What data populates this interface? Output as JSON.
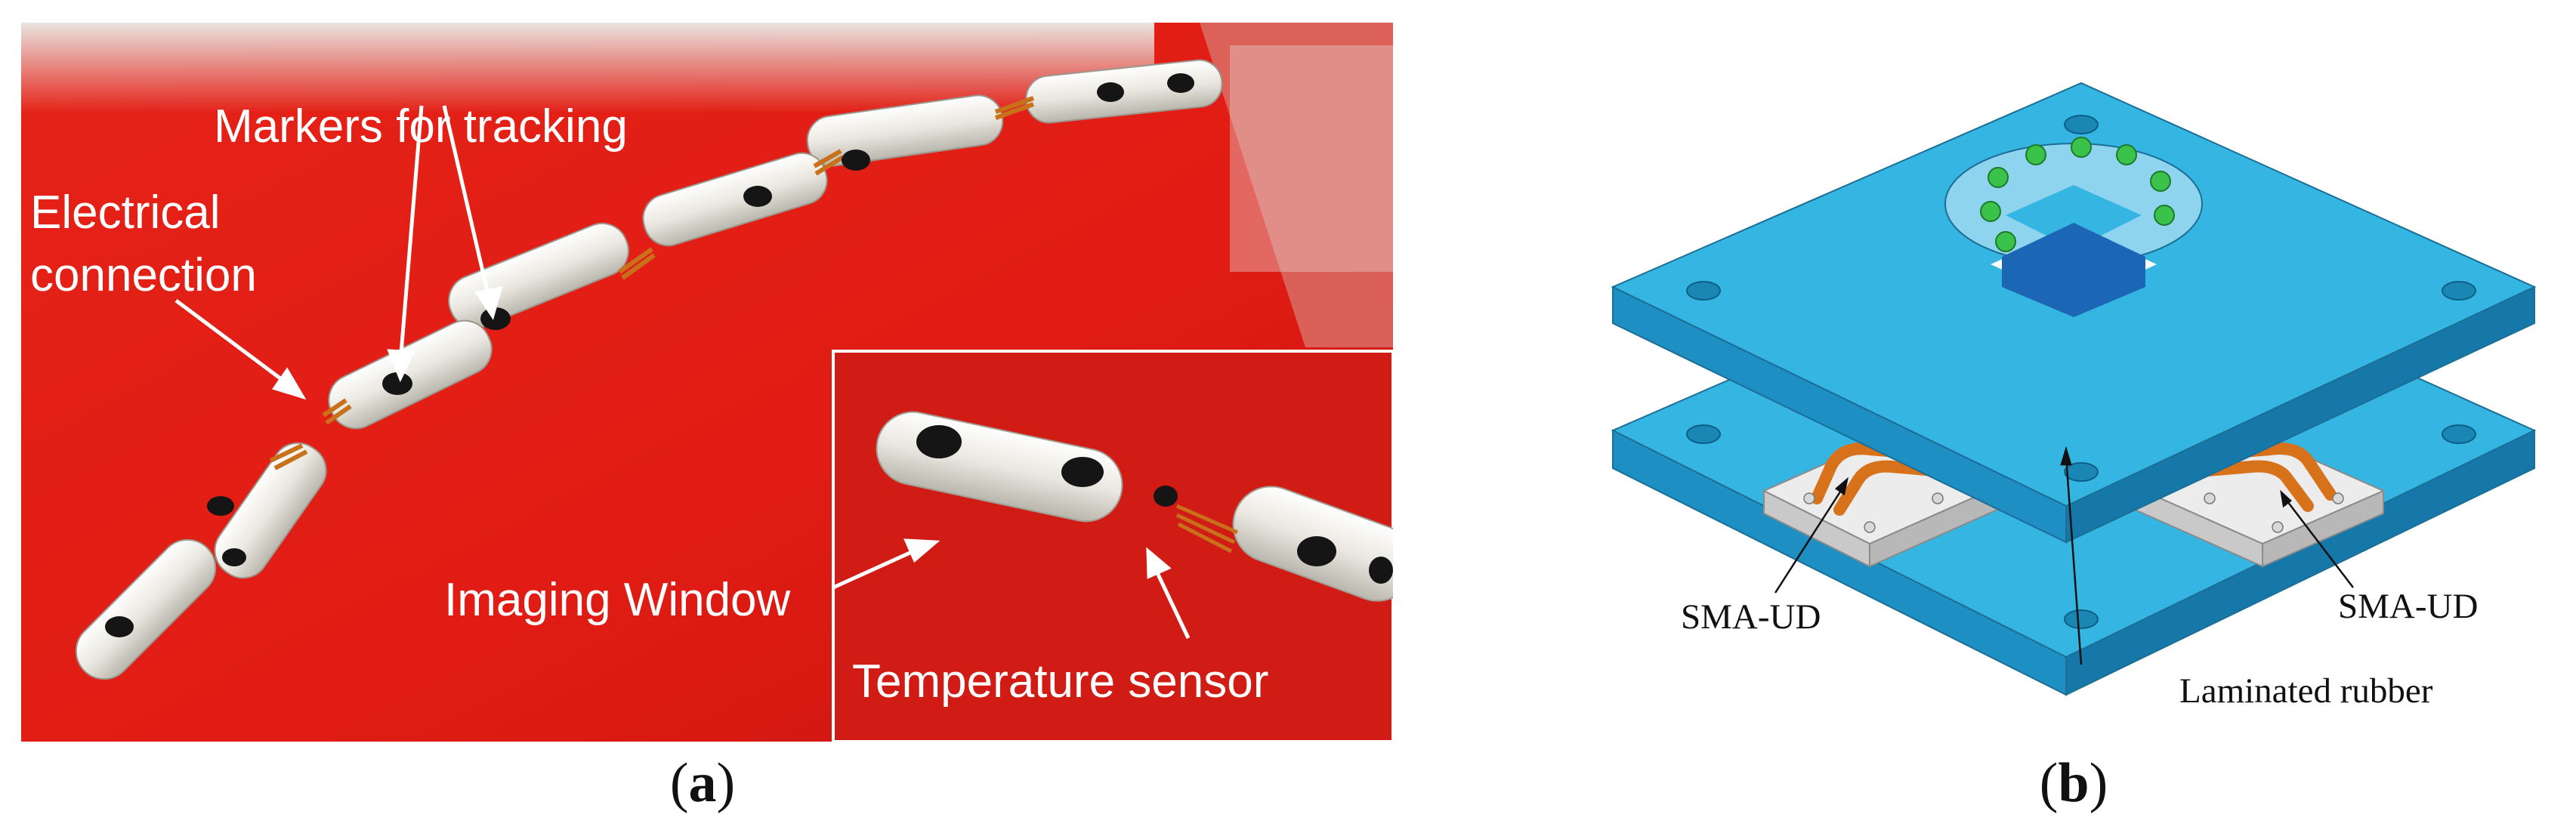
{
  "panel_a": {
    "labels": {
      "markers": "Markers for tracking",
      "electrical_line1": "Electrical",
      "electrical_line2": "connection",
      "imaging": "Imaging Window",
      "temperature": "Temperature sensor"
    },
    "colors": {
      "background": "#e8201a",
      "segment": "#ecebe4",
      "marker": "#151515",
      "wire": "#c8701a"
    }
  },
  "panel_b": {
    "labels": {
      "sma_left": "SMA-UD",
      "sma_right": "SMA-UD",
      "rubber": "Laminated rubber"
    },
    "colors": {
      "plate": "#2fb4e0",
      "plate_side": "#1a8fc0",
      "rubber": "#1b66b5",
      "device": "#e07a1a",
      "base_block": "#e8e8e8",
      "bolts": "#3ac24a"
    }
  },
  "captions": {
    "a": "a",
    "b": "b"
  }
}
